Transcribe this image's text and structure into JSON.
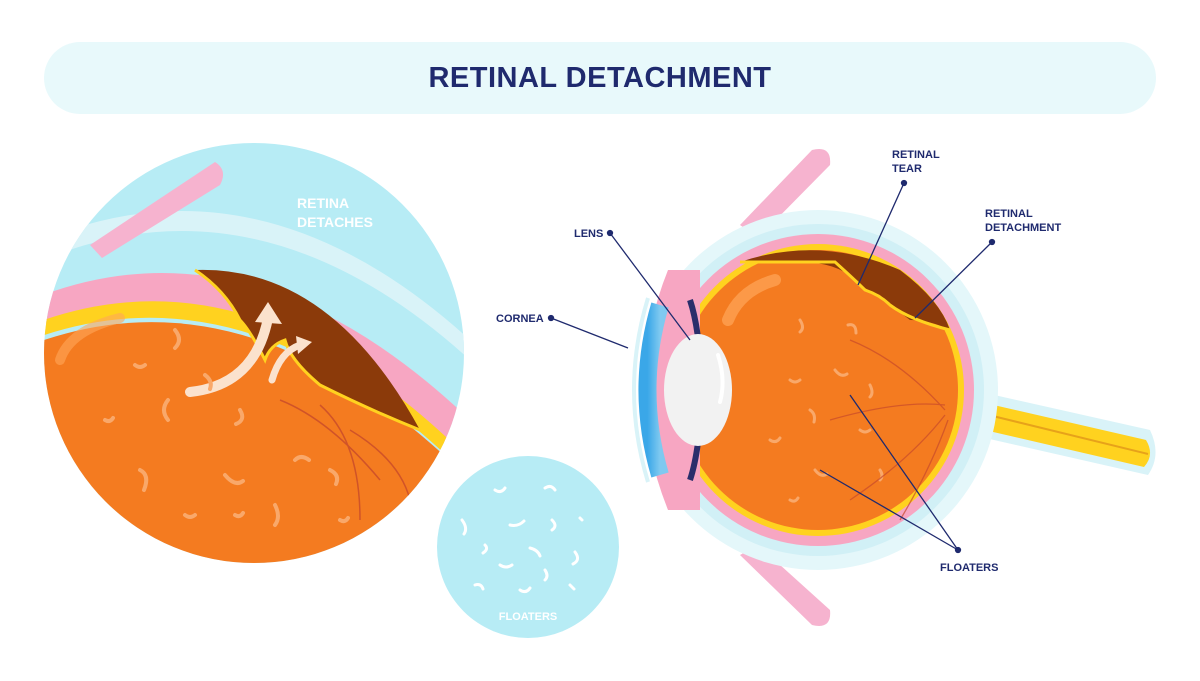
{
  "title": "RETINAL DETACHMENT",
  "zoom_view": {
    "label_line1": "RETINA",
    "label_line2": "DETACHES"
  },
  "floaters_inset": {
    "label": "FLOATERS"
  },
  "eye_labels": {
    "lens": "LENS",
    "cornea": "CORNEA",
    "retinal_tear_line1": "RETINAL",
    "retinal_tear_line2": "TEAR",
    "retinal_detachment_line1": "RETINAL",
    "retinal_detachment_line2": "DETACHMENT",
    "floaters": "FLOATERS"
  },
  "colors": {
    "navy": "#1f2a6e",
    "light_blue": "#b7ecf5",
    "vitreous_orange": "#f47b20",
    "detached_brown": "#8b3a0a",
    "retina_yellow": "#ffd21f",
    "choroid_pink": "#f7a6c2",
    "muscle_pink": "#f6b3cf"
  }
}
